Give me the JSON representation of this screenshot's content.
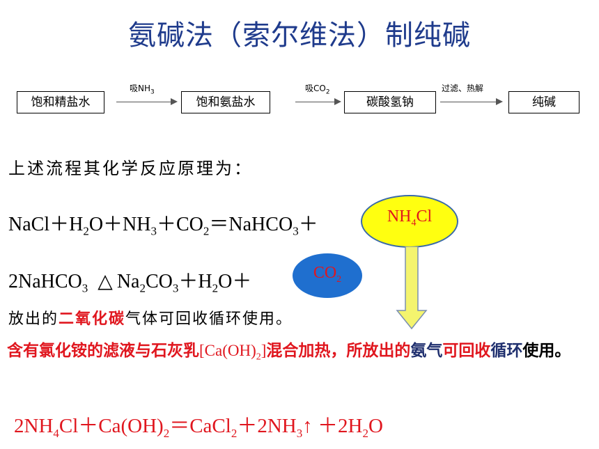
{
  "title": "氨碱法（索尔维法）制纯碱",
  "flow": {
    "boxes": [
      "饱和精盐水",
      "饱和氨盐水",
      "碳酸氢钠",
      "纯碱"
    ],
    "arrow1_prefix": "吸NH",
    "arrow1_sub": "3",
    "arrow2_prefix": "吸CO",
    "arrow2_sub": "2",
    "arrow3_label": "过滤、热解"
  },
  "intro": "上述流程其化学反应原理为：",
  "eq1": {
    "a": "NaCl＋H",
    "a_sub": "2",
    "b": "O＋NH",
    "b_sub": "3",
    "c": "＋CO",
    "c_sub": "2",
    "d": "＝NaHCO",
    "d_sub": "3",
    "e": "＋"
  },
  "eq2": {
    "a": "2NaHCO",
    "a_sub": "3",
    "heat": "△",
    "b": "Na",
    "b_sub": "2",
    "c": "CO",
    "c_sub": "3",
    "d": "＋H",
    "d_sub": "2",
    "e": "O＋"
  },
  "bubble_nh4cl": {
    "a": "NH",
    "a_sub": "4",
    "b": "Cl"
  },
  "bubble_co2": {
    "a": "CO",
    "a_sub": "2"
  },
  "note": {
    "a": "放出的",
    "highlight": "二氧化碳",
    "b": "气体可回收循环使用。"
  },
  "red_para": {
    "a": "含有氯化铵的滤液与石灰乳",
    "f1": "[Ca(OH)",
    "f1_sub": "2",
    "f2": "]",
    "b": "混合加热，所放出的",
    "c_blue": "氨气",
    "d": "可回收",
    "e_blue": "循环",
    "f_black": "使用。"
  },
  "final": {
    "a": "2NH",
    "a_sub": "4",
    "b": "Cl＋Ca(OH)",
    "b_sub": "2",
    "c": "＝CaCl",
    "c_sub": "2",
    "d": "＋2NH",
    "d_sub": "3",
    "e": "↑ ＋2H",
    "e_sub": "2",
    "f": "O"
  },
  "colors": {
    "title": "#1f3b8c",
    "red": "#e0161e",
    "yellow": "#ffff10",
    "blue_bubble": "#1f6fcf",
    "arrow_fill": "#f4f46e"
  }
}
